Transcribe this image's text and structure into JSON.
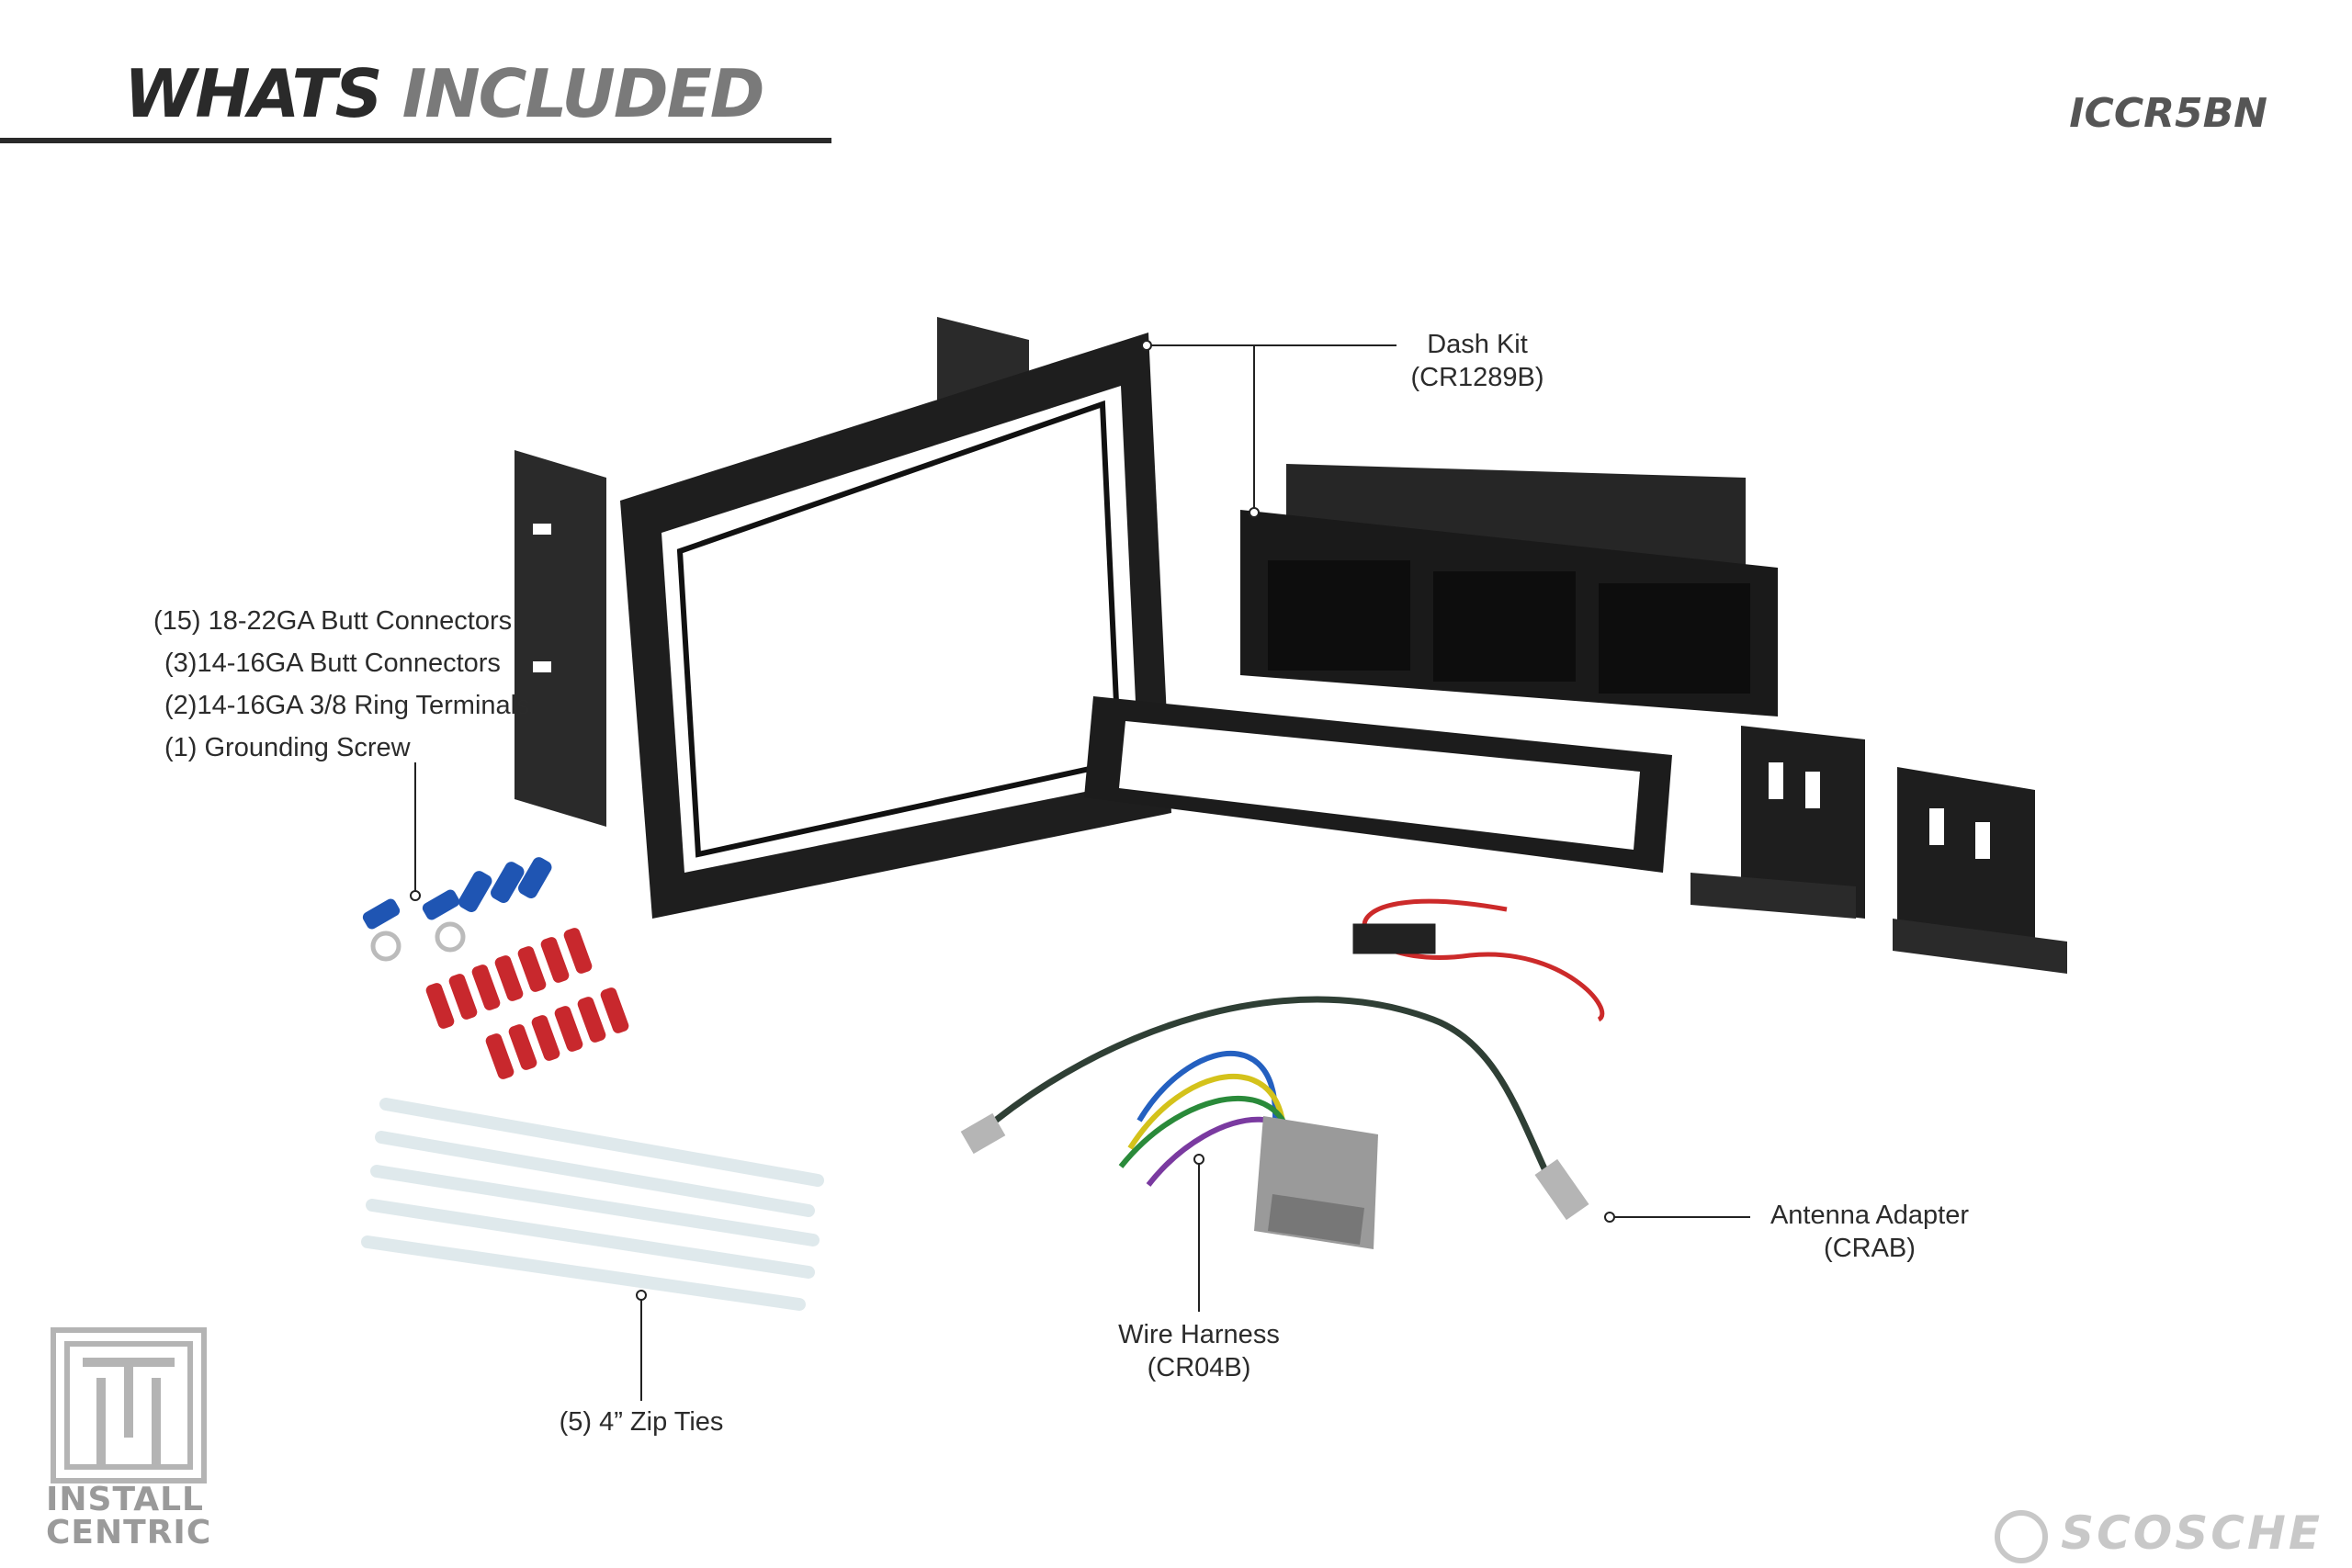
{
  "header": {
    "title_word1": "WHATS",
    "title_word2": "INCLUDED",
    "sku": "ICCR5BN"
  },
  "callouts": {
    "dash_kit": {
      "line1": "Dash Kit",
      "line2": "(CR1289B)"
    },
    "connectors": [
      "(15) 18-22GA Butt Connectors",
      "(3)14-16GA Butt Connectors",
      "(2)14-16GA 3/8 Ring Terminals",
      "(1) Grounding Screw"
    ],
    "zip_ties": {
      "line1": "(5) 4” Zip Ties"
    },
    "wire_harness": {
      "line1": "Wire Harness",
      "line2": "(CR04B)"
    },
    "antenna_adapter": {
      "line1": "Antenna Adapter",
      "line2": "(CRAB)"
    }
  },
  "branding": {
    "install_centric_line1": "INSTALL",
    "install_centric_line2": "CENTRIC",
    "scosche": "SCOSCHE"
  },
  "colors": {
    "heading_dark": "#2a2a2a",
    "heading_gray": "#7a7a7a",
    "kit_black": "#1e1e1e",
    "connector_red": "#c8282d",
    "connector_blue": "#1f55b3",
    "harness_gray": "#9a9a9a",
    "logo_gray": "#b4b4b4"
  }
}
